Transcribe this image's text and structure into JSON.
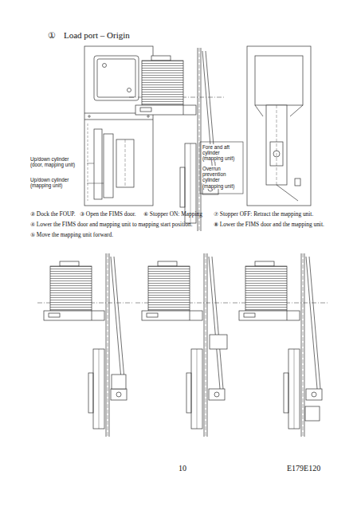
{
  "diagram": {
    "title": "Load port – Origin",
    "labels": [
      "①",
      "Up/down cylinder (door, mapping unit)",
      "Up/down cylinder (mapping unit)",
      "Fore and aft cylinder (mapping unit)",
      "Overrun prevention cylinder (mapping unit)",
      "② Dock the FOUP.",
      "③ Open the FIMS door.",
      "⑥ Stopper ON: Mapping",
      "⑦ Stopper OFF: Retract the mapping unit.",
      "④ Lower the FIMS door and mapping unit to mapping start position.",
      "⑧ Lower the FIMS door and the mapping unit.",
      "⑤ Move the mapping unit forward.",
      "10",
      "E179E120"
    ]
  }
}
